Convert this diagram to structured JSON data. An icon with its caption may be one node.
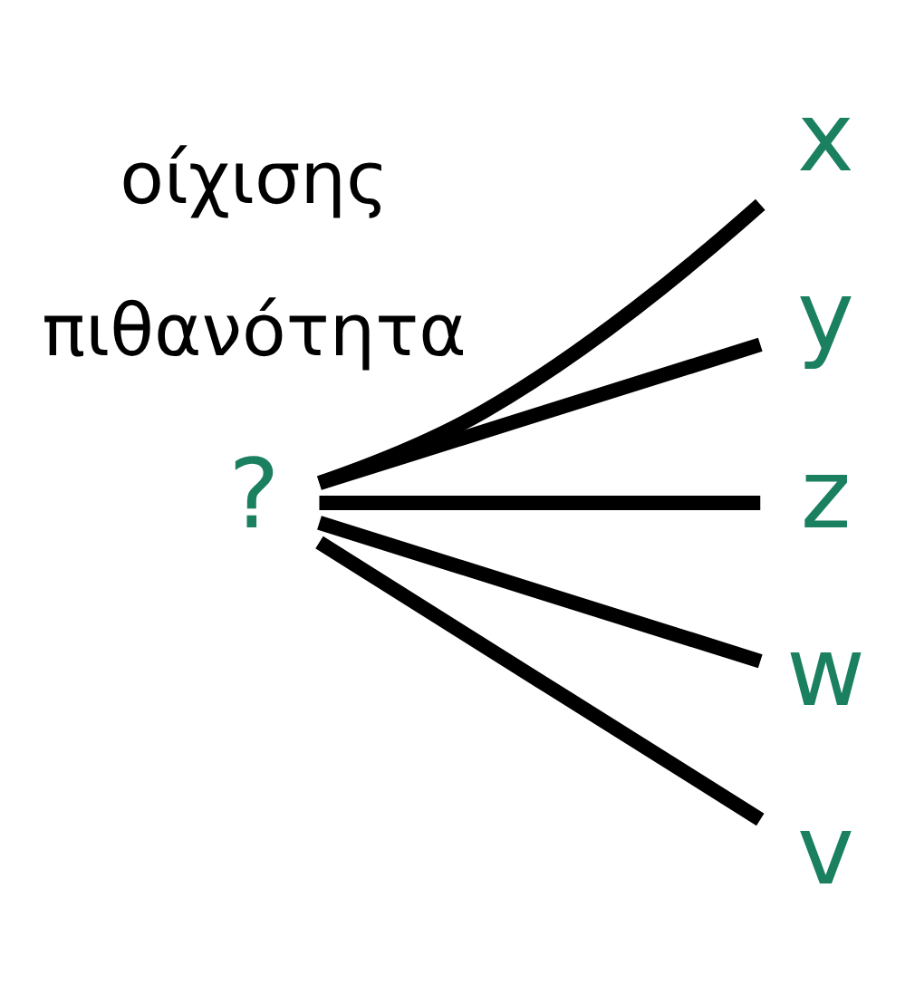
{
  "diagram": {
    "nodes": [
      {
        "text": [
          "?"
        ]
      },
      {
        "text": [
          "x"
        ]
      },
      {
        "text": [
          "y"
        ]
      },
      {
        "text": [
          "z"
        ]
      },
      {
        "text": [
          "w"
        ]
      },
      {
        "text": [
          "v"
        ]
      }
    ],
    "edges": [
      {
        "from": 0,
        "to": 1,
        "arrow": "none"
      },
      {
        "from": 0,
        "to": 2,
        "arrow": "none"
      },
      {
        "from": 0,
        "to": 3,
        "arrow": "none"
      },
      {
        "from": 0,
        "to": 4,
        "arrow": "none"
      },
      {
        "from": 0,
        "to": 5,
        "arrow": "none"
      }
    ],
    "labels": [
      "πιθανότητα",
      "οίχισης"
    ]
  }
}
